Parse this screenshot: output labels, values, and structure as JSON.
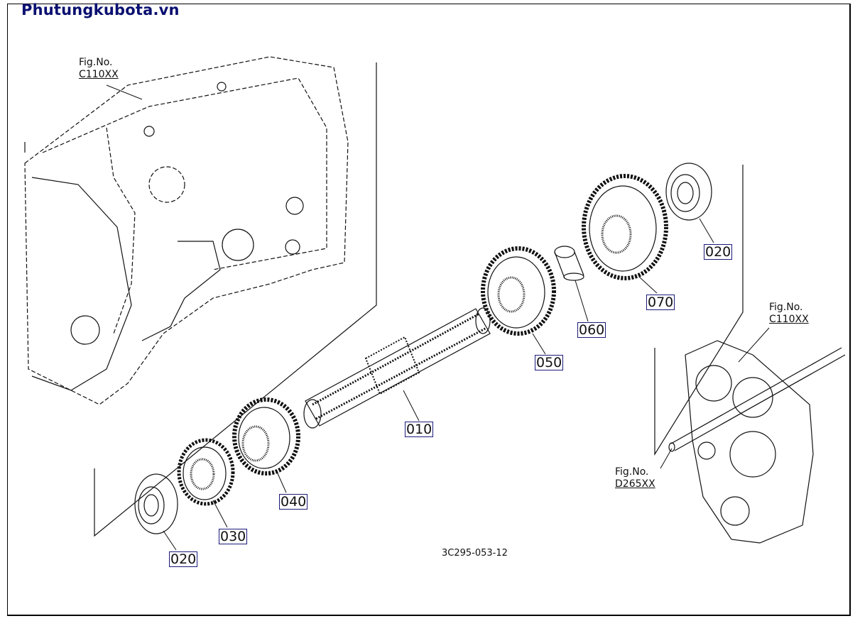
{
  "brand": "Phutungkubota.vn",
  "diagram_code": "3C295-053-12",
  "fig_refs": [
    {
      "label": "Fig.No.",
      "code": "C110XX"
    },
    {
      "label": "Fig.No.",
      "code": "C110XX"
    },
    {
      "label": "Fig.No.",
      "code": "D265XX"
    }
  ],
  "part_labels": [
    "020",
    "030",
    "040",
    "010",
    "050",
    "060",
    "070",
    "020"
  ]
}
